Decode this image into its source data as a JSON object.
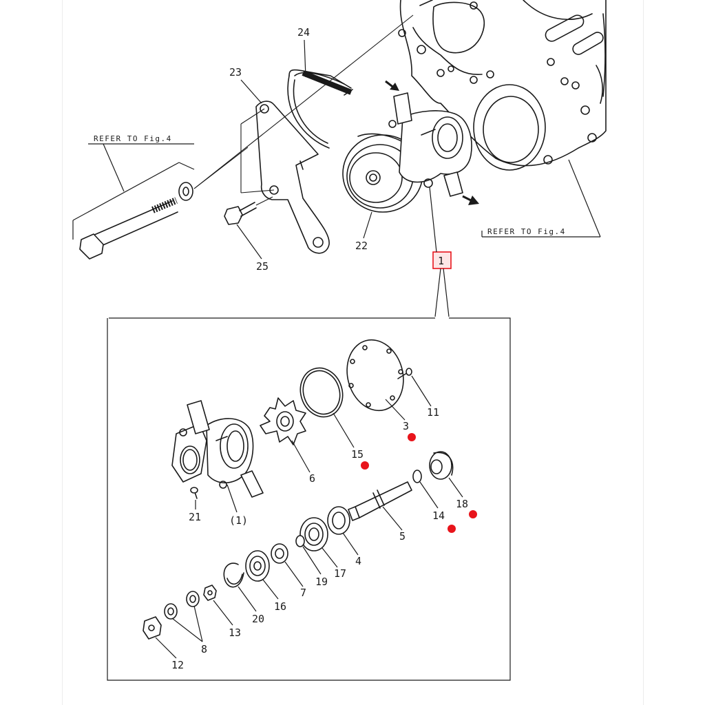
{
  "callouts": {
    "c24": "24",
    "c23": "23",
    "c22": "22",
    "c25": "25",
    "c1": "1",
    "c11": "11",
    "c3": "3",
    "c15": "15",
    "c6": "6",
    "c18": "18",
    "c14": "14",
    "c21": "21",
    "c1p": "(1)",
    "c5": "5",
    "c4": "4",
    "c17": "17",
    "c7": "7",
    "c19": "19",
    "c16": "16",
    "c20": "20",
    "c13": "13",
    "c8": "8",
    "c12": "12"
  },
  "references": {
    "left": "REFER TO Fig.4",
    "right": "REFER TO Fig.4"
  },
  "colors": {
    "line": "#1a1a1a",
    "marker": "#e8141b",
    "highlight_box": "#e8141b",
    "highlight_fill": "#fde6e6"
  }
}
